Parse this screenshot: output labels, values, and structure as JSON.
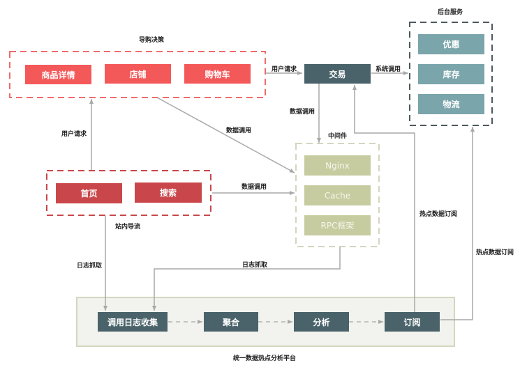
{
  "groups": {
    "guide": {
      "label": "导购决策",
      "items": [
        "商品详情",
        "店铺",
        "购物车"
      ]
    },
    "entry": {
      "label": "站内导流",
      "items": [
        "首页",
        "搜索"
      ]
    },
    "backend": {
      "label": "后台服务",
      "items": [
        "优惠",
        "库存",
        "物流"
      ]
    },
    "middleware": {
      "label": "中间件",
      "items": [
        "Nginx",
        "Cache",
        "RPC框架"
      ]
    },
    "platform": {
      "label": "统一数据热点分析平台",
      "items": [
        "调用日志收集",
        "聚合",
        "分析",
        "订阅"
      ]
    }
  },
  "trade": {
    "label": "交易"
  },
  "edges": {
    "user_request_top": "用户请求",
    "system_call": "系统调用",
    "data_call_trade": "数据调用",
    "user_request_left": "用户请求",
    "data_call_diag": "数据调用",
    "data_call_entry": "数据调用",
    "log_fetch_left": "日志抓取",
    "log_fetch_mid": "日志抓取",
    "hot_sub_trade": "热点数据订阅",
    "hot_sub_backend": "热点数据订阅"
  },
  "colors": {
    "guide_box": "#f4595a",
    "entry_box": "#c9474a",
    "backend_box": "#7aa5ab",
    "slate_box": "#4a636a",
    "middleware_box": "#c6cc9f",
    "platform_bg": "#f2f3ee"
  }
}
